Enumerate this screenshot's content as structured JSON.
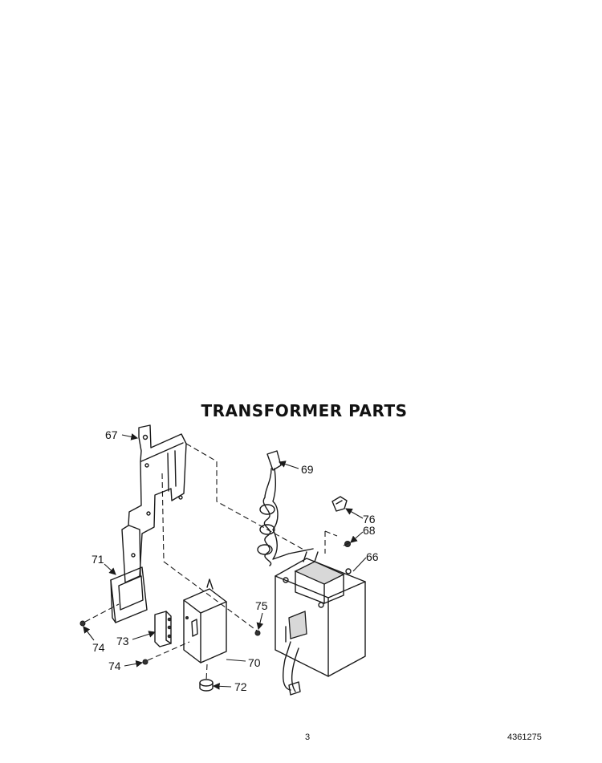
{
  "title": "TRANSFORMER PARTS",
  "callouts": {
    "p66": "66",
    "p67": "67",
    "p68": "68",
    "p69": "69",
    "p70": "70",
    "p71": "71",
    "p72": "72",
    "p73": "73",
    "p74a": "74",
    "p74b": "74",
    "p75": "75",
    "p76": "76"
  },
  "footer": {
    "page_number": "3",
    "document_number": "4361275"
  }
}
